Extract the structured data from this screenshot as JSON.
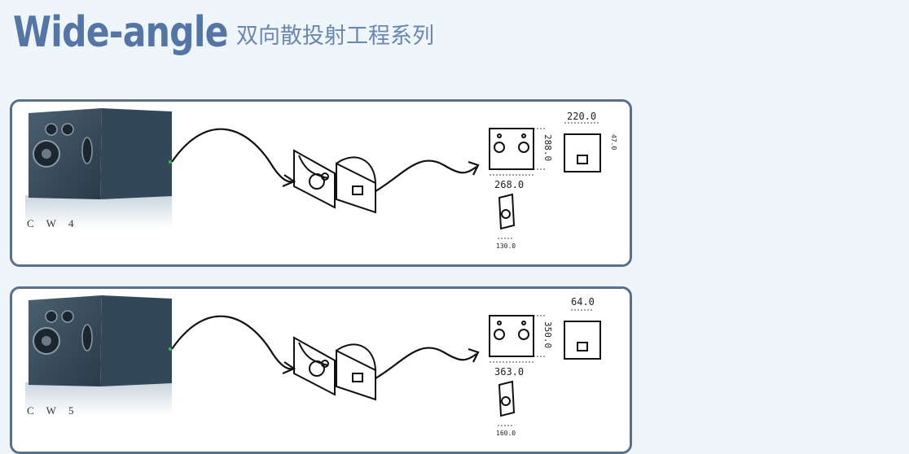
{
  "header": {
    "title_en": "Wide-angle",
    "title_cn": "双向散投射工程系列"
  },
  "products": [
    {
      "model": "C W 4",
      "dims": {
        "front_height": "288.0",
        "front_width": "268.0",
        "top": "220.0",
        "top_right": "47.0",
        "side_depth": "130.0"
      }
    },
    {
      "model": "C W 5",
      "dims": {
        "front_height": "350.0",
        "front_width": "363.0",
        "top": "64.0",
        "side_depth": "160.0"
      }
    }
  ]
}
